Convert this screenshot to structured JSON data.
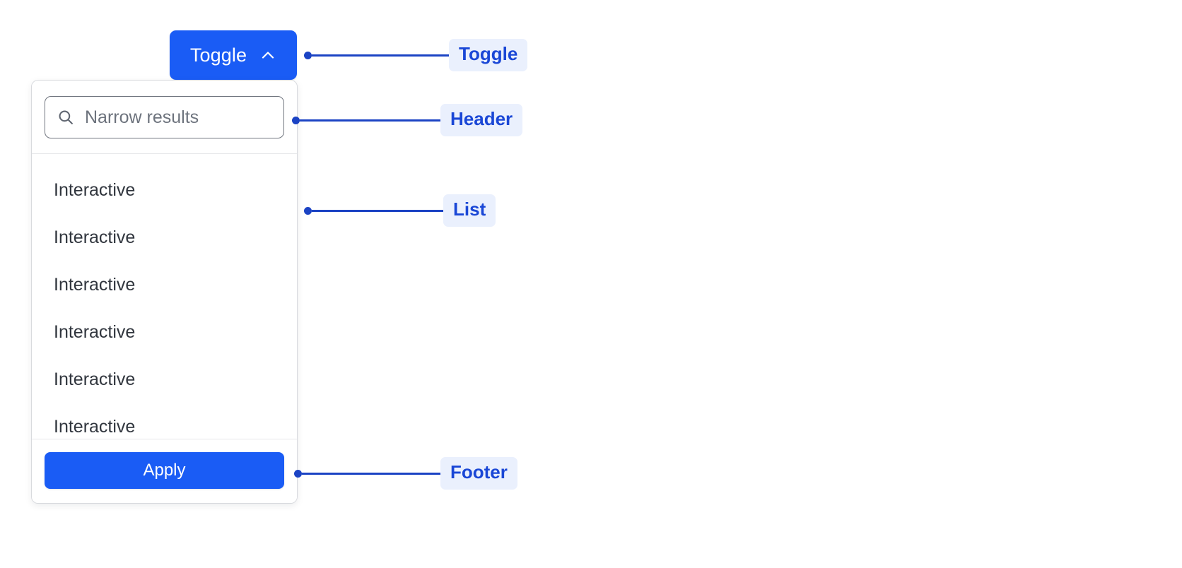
{
  "toggle": {
    "label": "Toggle",
    "icon": "chevron-up-icon",
    "expanded": true,
    "background_color": "#1a5cf5",
    "text_color": "#ffffff"
  },
  "panel": {
    "header": {
      "search": {
        "icon": "search-icon",
        "placeholder": "Narrow results",
        "value": ""
      }
    },
    "list": {
      "items": [
        {
          "label": "Interactive"
        },
        {
          "label": "Interactive"
        },
        {
          "label": "Interactive"
        },
        {
          "label": "Interactive"
        },
        {
          "label": "Interactive"
        },
        {
          "label": "Interactive"
        }
      ]
    },
    "footer": {
      "apply_label": "Apply",
      "apply_background_color": "#1a5cf5",
      "apply_text_color": "#ffffff"
    },
    "background_color": "#ffffff",
    "border_color": "#d8dade"
  },
  "annotations": [
    {
      "id": "toggle",
      "label": "Toggle"
    },
    {
      "id": "header",
      "label": "Header"
    },
    {
      "id": "list",
      "label": "List"
    },
    {
      "id": "footer",
      "label": "Footer"
    }
  ],
  "annotation_style": {
    "chip_background": "#eaf0fd",
    "chip_text_color": "#1a47d6",
    "line_color": "#1b43c4"
  },
  "page": {
    "background_color": "#ffffff"
  }
}
